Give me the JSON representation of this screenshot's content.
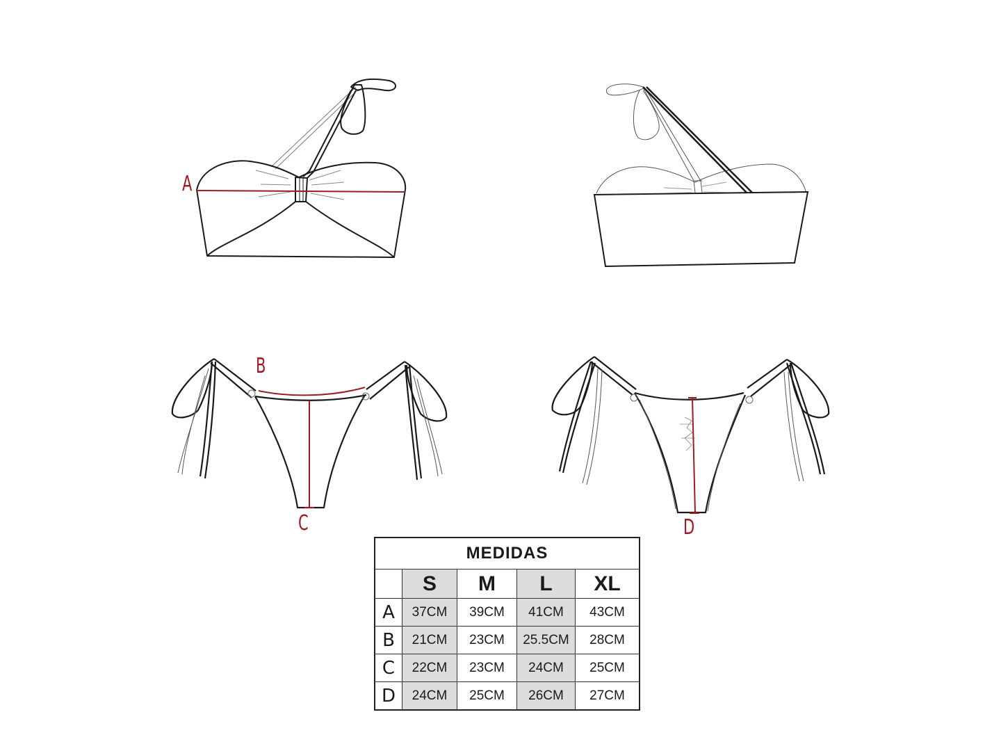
{
  "measure_labels": {
    "A": "A",
    "B": "B",
    "C": "C",
    "D": "D"
  },
  "colors": {
    "measure_line": "#9b1c22",
    "outline": "#1a1a1a",
    "shaded_column": "#dcdcdc"
  },
  "size_table": {
    "title": "MEDIDAS",
    "sizes": [
      "S",
      "M",
      "L",
      "XL"
    ],
    "rows": [
      {
        "label": "A",
        "values": [
          "37CM",
          "39CM",
          "41CM",
          "43CM"
        ]
      },
      {
        "label": "B",
        "values": [
          "21CM",
          "23CM",
          "25.5CM",
          "28CM"
        ]
      },
      {
        "label": "C",
        "values": [
          "22CM",
          "23CM",
          "24CM",
          "25CM"
        ]
      },
      {
        "label": "D",
        "values": [
          "24CM",
          "25CM",
          "26CM",
          "27CM"
        ]
      }
    ]
  },
  "drawings": [
    "top-front",
    "top-back",
    "bottom-front",
    "bottom-back"
  ]
}
